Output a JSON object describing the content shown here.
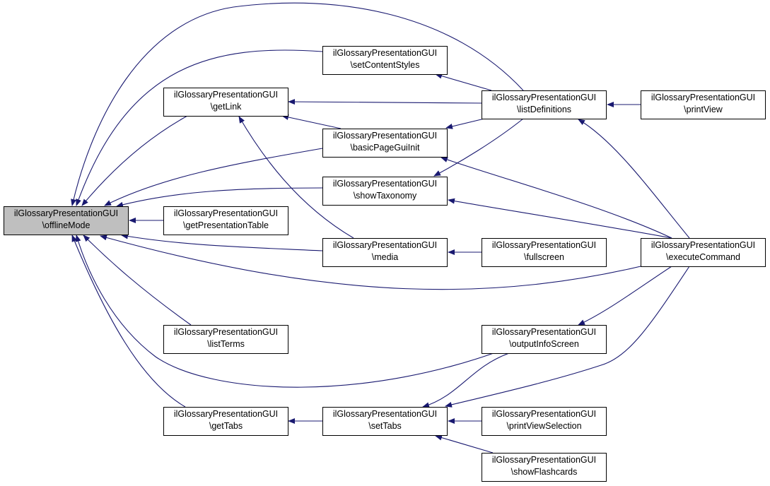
{
  "diagram": {
    "type": "caller-graph",
    "edge_color": "#191970",
    "root_fill": "#bfbfbf",
    "nodes": {
      "offlineMode": {
        "cls": "ilGlossaryPresentationGUI",
        "fn": "\\offlineMode"
      },
      "getLink": {
        "cls": "ilGlossaryPresentationGUI",
        "fn": "\\getLink"
      },
      "getPresentationTable": {
        "cls": "ilGlossaryPresentationGUI",
        "fn": "\\getPresentationTable"
      },
      "listTerms": {
        "cls": "ilGlossaryPresentationGUI",
        "fn": "\\listTerms"
      },
      "getTabs": {
        "cls": "ilGlossaryPresentationGUI",
        "fn": "\\getTabs"
      },
      "setContentStyles": {
        "cls": "ilGlossaryPresentationGUI",
        "fn": "\\setContentStyles"
      },
      "basicPageGuiInit": {
        "cls": "ilGlossaryPresentationGUI",
        "fn": "\\basicPageGuiInit"
      },
      "showTaxonomy": {
        "cls": "ilGlossaryPresentationGUI",
        "fn": "\\showTaxonomy"
      },
      "media": {
        "cls": "ilGlossaryPresentationGUI",
        "fn": "\\media"
      },
      "setTabs": {
        "cls": "ilGlossaryPresentationGUI",
        "fn": "\\setTabs"
      },
      "listDefinitions": {
        "cls": "ilGlossaryPresentationGUI",
        "fn": "\\listDefinitions"
      },
      "fullscreen": {
        "cls": "ilGlossaryPresentationGUI",
        "fn": "\\fullscreen"
      },
      "outputInfoScreen": {
        "cls": "ilGlossaryPresentationGUI",
        "fn": "\\outputInfoScreen"
      },
      "printViewSelection": {
        "cls": "ilGlossaryPresentationGUI",
        "fn": "\\printViewSelection"
      },
      "showFlashcards": {
        "cls": "ilGlossaryPresentationGUI",
        "fn": "\\showFlashcards"
      },
      "printView": {
        "cls": "ilGlossaryPresentationGUI",
        "fn": "\\printView"
      },
      "executeCommand": {
        "cls": "ilGlossaryPresentationGUI",
        "fn": "\\executeCommand"
      }
    },
    "edges": [
      [
        "listDefinitions",
        "offlineMode"
      ],
      [
        "setContentStyles",
        "offlineMode"
      ],
      [
        "getLink",
        "offlineMode"
      ],
      [
        "basicPageGuiInit",
        "offlineMode"
      ],
      [
        "showTaxonomy",
        "offlineMode"
      ],
      [
        "getPresentationTable",
        "offlineMode"
      ],
      [
        "media",
        "offlineMode"
      ],
      [
        "executeCommand",
        "offlineMode"
      ],
      [
        "listTerms",
        "offlineMode"
      ],
      [
        "outputInfoScreen",
        "offlineMode"
      ],
      [
        "getTabs",
        "offlineMode"
      ],
      [
        "listDefinitions",
        "getLink"
      ],
      [
        "basicPageGuiInit",
        "getLink"
      ],
      [
        "media",
        "getLink"
      ],
      [
        "listDefinitions",
        "setContentStyles"
      ],
      [
        "listDefinitions",
        "basicPageGuiInit"
      ],
      [
        "listDefinitions",
        "showTaxonomy"
      ],
      [
        "printView",
        "listDefinitions"
      ],
      [
        "executeCommand",
        "listDefinitions"
      ],
      [
        "executeCommand",
        "basicPageGuiInit"
      ],
      [
        "executeCommand",
        "showTaxonomy"
      ],
      [
        "fullscreen",
        "media"
      ],
      [
        "executeCommand",
        "outputInfoScreen"
      ],
      [
        "executeCommand",
        "setTabs"
      ],
      [
        "outputInfoScreen",
        "setTabs"
      ],
      [
        "setTabs",
        "getTabs"
      ],
      [
        "printViewSelection",
        "setTabs"
      ],
      [
        "showFlashcards",
        "setTabs"
      ]
    ]
  }
}
